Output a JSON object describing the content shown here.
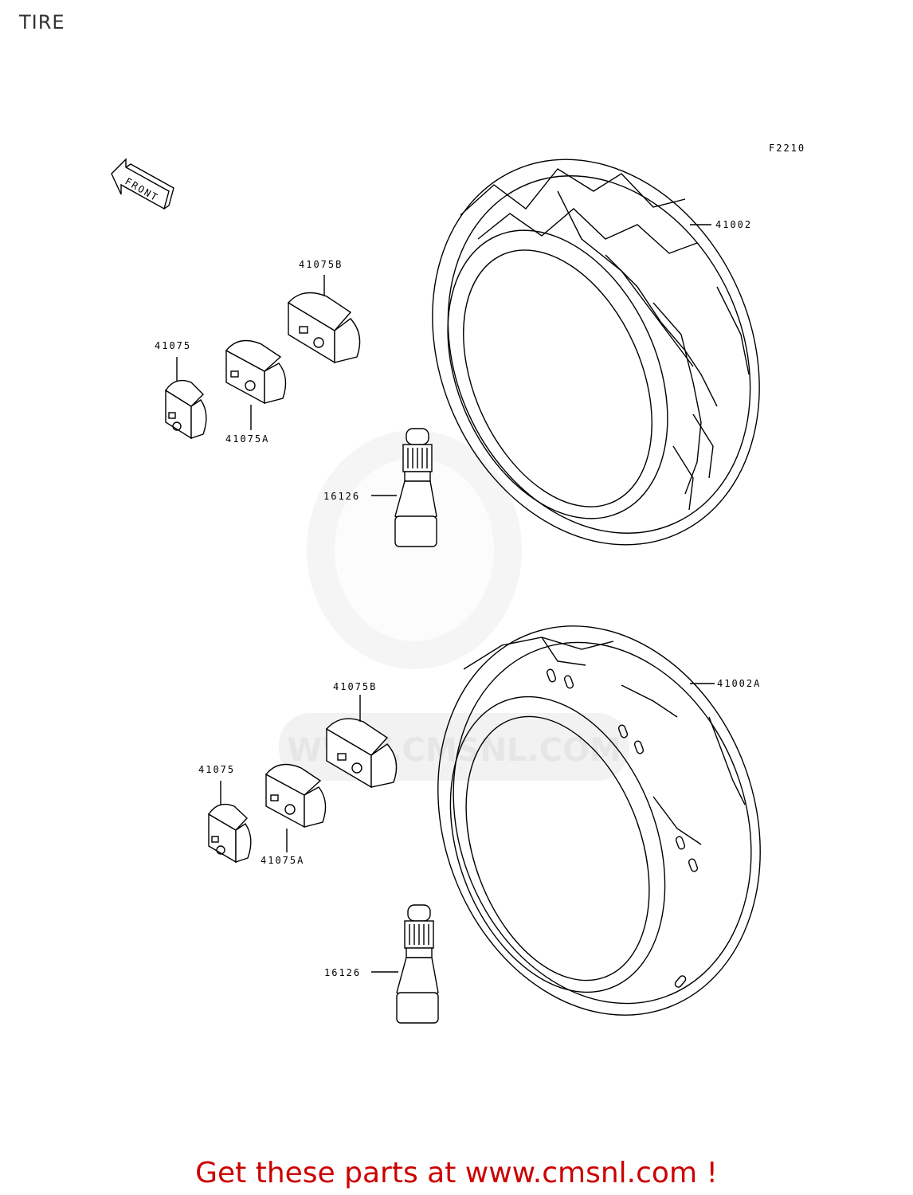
{
  "title": "TIRE",
  "figure_code": "F2210",
  "front_arrow_label": "FRONT",
  "watermark": "WWW.CMSNL.COM",
  "cta": "Get these parts at www.cmsnl.com !",
  "colors": {
    "cta": "#cc0000",
    "line": "#000000",
    "watermark": "#e6e6e6"
  },
  "parts": {
    "upper": {
      "tire": "41002",
      "weight_b": "41075B",
      "weight": "41075",
      "weight_a": "41075A",
      "valve": "16126"
    },
    "lower": {
      "tire": "41002A",
      "weight_b": "41075B",
      "weight": "41075",
      "weight_a": "41075A",
      "valve": "16126"
    }
  }
}
